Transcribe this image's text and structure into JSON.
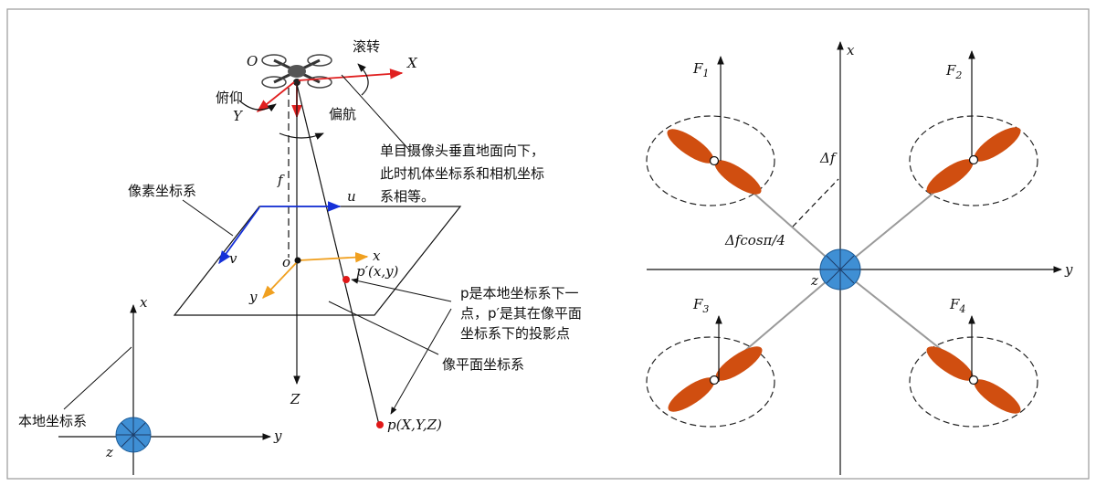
{
  "colors": {
    "frame": "#9a9a9a",
    "axis_red": "#e02020",
    "axis_blue": "#1530d8",
    "axis_orange": "#f0a020",
    "point_red": "#e01818",
    "propeller": "#d04e10",
    "hub": "#3f8fd4",
    "arm": "#9a9a9a"
  },
  "left": {
    "drone_origin": "O",
    "axis_X": "X",
    "axis_Y": "Y",
    "roll": "滚转",
    "pitch": "俯仰",
    "yaw": "偏航",
    "focal": "f",
    "camera_note": [
      "单目摄像头垂直地面向下，",
      "此时机体坐标系和相机坐标",
      "系相等。"
    ],
    "pixel_frame_label": "像素坐标系",
    "u": "u",
    "v": "v",
    "image_origin": "o",
    "image_x": "x",
    "image_y": "y",
    "proj_point": "p′(x,y)",
    "point_note": [
      "p是本地坐标系下一",
      "点，p′是其在像平面",
      "坐标系下的投影点"
    ],
    "image_plane_label": "像平面坐标系",
    "axis_Z": "Z",
    "world_point": "p(X,Y,Z)",
    "local_frame_label": "本地坐标系",
    "local_x": "x",
    "local_y": "y",
    "local_z": "z"
  },
  "right": {
    "axis_x": "x",
    "axis_y": "y",
    "axis_z": "z",
    "forces": [
      {
        "letter": "F",
        "sub": "1"
      },
      {
        "letter": "F",
        "sub": "2"
      },
      {
        "letter": "F",
        "sub": "3"
      },
      {
        "letter": "F",
        "sub": "4"
      }
    ],
    "delta_f": "Δf",
    "delta_f_cos": "Δfcosπ/4"
  }
}
